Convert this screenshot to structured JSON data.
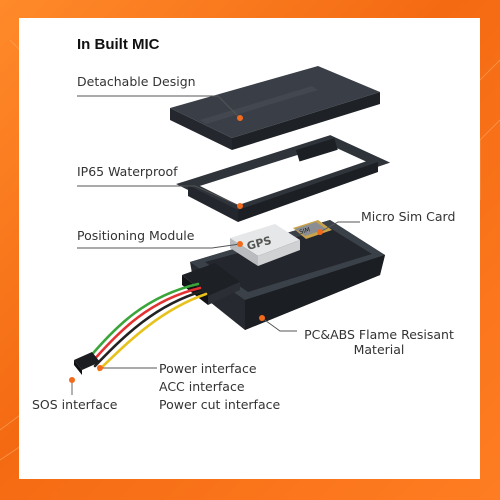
{
  "title": "In Built MIC",
  "labels": {
    "detachable": "Detachable Design",
    "waterproof": "IP65 Waterproof",
    "positioning": "Positioning Module",
    "sim": "Micro Sim Card",
    "material_line1": "PC&ABS Flame Resisant",
    "material_line2": "Material",
    "power": "Power interface",
    "acc": "ACC interface",
    "power_cut": "Power cut interface",
    "sos": "SOS interface",
    "gps_chip": "GPS",
    "sim_chip": "SIM"
  },
  "colors": {
    "background_orange": "#f46a12",
    "card": "#ffffff",
    "casing": "#2f343b",
    "marker": "#f26b1d"
  }
}
